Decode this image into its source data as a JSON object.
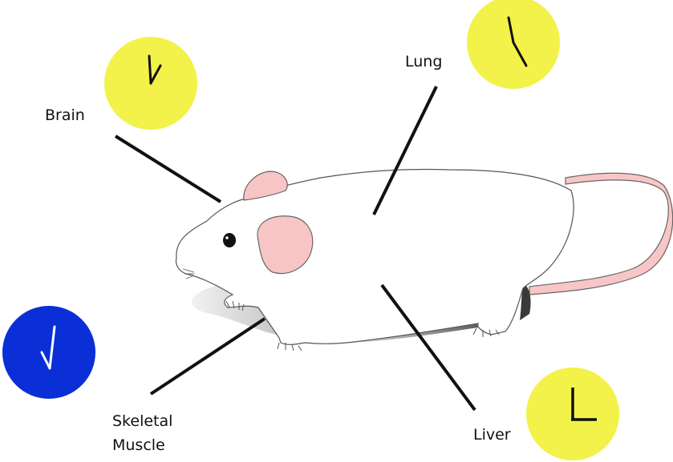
{
  "labels": {
    "brain": "Brain",
    "lung": "Lung",
    "liver": "Liver",
    "skeletal_muscle_line1": "Skeletal",
    "skeletal_muscle_line2": "Muscle"
  },
  "clocks": {
    "brain": {
      "color": "#f2f24a"
    },
    "lung": {
      "color": "#f2f24a"
    },
    "liver": {
      "color": "#f2f24a"
    },
    "skeletal_muscle": {
      "color": "#0b2fd6"
    }
  },
  "colors": {
    "mouse_body": "#ffffff",
    "ear_inner": "#f7c5c5",
    "tail": "#f8c6c6",
    "outline": "#555555"
  }
}
